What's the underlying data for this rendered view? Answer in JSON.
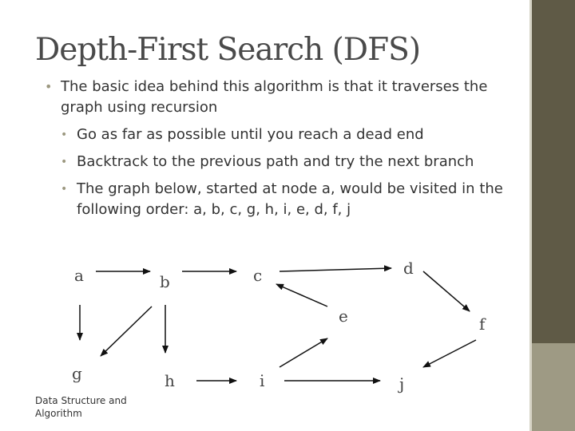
{
  "title": "Depth-First Search (DFS)",
  "bullets": {
    "main": "The basic idea behind this algorithm is that it traverses the graph using recursion",
    "sub": [
      "Go as far as possible until you reach a dead end",
      "Backtrack to the previous path and try the next branch",
      "The graph below, started at node a, would be visited in the following order:  a, b, c, g, h, i, e, d, f, j"
    ]
  },
  "graph": {
    "nodes": {
      "a": "a",
      "b": "b",
      "c": "c",
      "d": "d",
      "e": "e",
      "f": "f",
      "g": "g",
      "h": "h",
      "i": "i",
      "j": "j"
    },
    "edges": [
      [
        "a",
        "b"
      ],
      [
        "b",
        "c"
      ],
      [
        "c",
        "d"
      ],
      [
        "d",
        "f"
      ],
      [
        "f",
        "j"
      ],
      [
        "a",
        "g"
      ],
      [
        "b",
        "g"
      ],
      [
        "b",
        "h"
      ],
      [
        "h",
        "i"
      ],
      [
        "i",
        "j"
      ],
      [
        "i",
        "e"
      ],
      [
        "e",
        "c"
      ]
    ]
  },
  "footer": {
    "line1": "Data Structure and",
    "line2": "Algorithm"
  },
  "colors": {
    "band_dark": "#5f5a46",
    "band_light": "#9e9a84",
    "bullet": "#9c9880"
  }
}
